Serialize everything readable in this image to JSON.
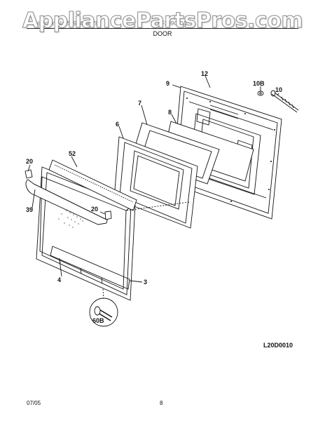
{
  "watermark": "AppliancePartsPros.com",
  "header": {
    "left": "Publication No. 5995419778",
    "right": "PLEF389CCW",
    "section": "DOOR"
  },
  "callouts": {
    "c12": "12",
    "c9": "9",
    "c10B": "10B",
    "c10": "10",
    "c7": "7",
    "c8": "8",
    "c6": "6",
    "c52": "52",
    "c20a": "20",
    "c39": "39",
    "c20b": "20",
    "c4": "4",
    "c3": "3",
    "c60B": "60B"
  },
  "diagram_code": "L20D0010",
  "footer": {
    "date": "07/05",
    "page": "8"
  }
}
